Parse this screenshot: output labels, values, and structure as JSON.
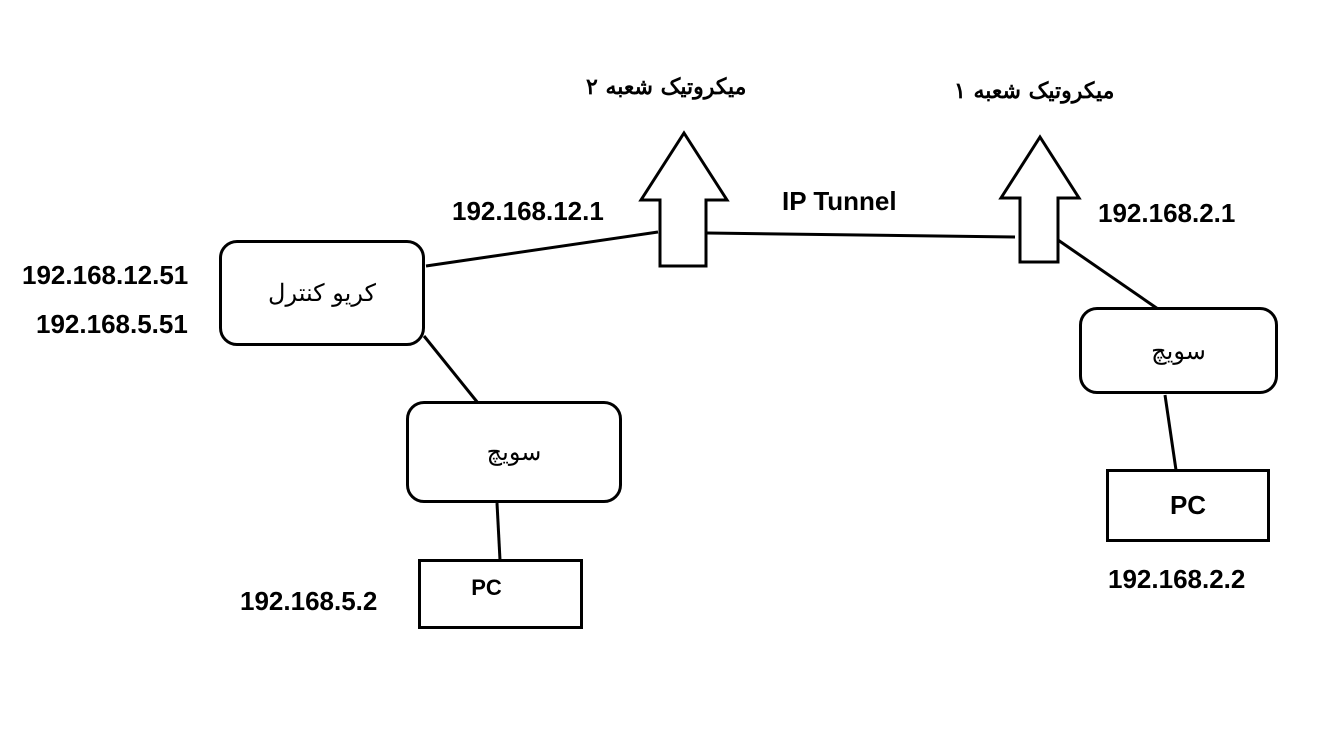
{
  "routers": {
    "branch2": {
      "label": "میکروتیک شعبه ۲",
      "ip": "192.168.12.1"
    },
    "branch1": {
      "label": "میکروتیک شعبه ۱",
      "ip": "192.168.2.1"
    }
  },
  "tunnel": {
    "label": "IP Tunnel"
  },
  "controller": {
    "label": "کریو کنترل",
    "ip_wan": "192.168.12.51",
    "ip_lan": "192.168.5.51"
  },
  "left_switch": {
    "label": "سویچ"
  },
  "right_switch": {
    "label": "سویچ"
  },
  "left_pc": {
    "label": "PC",
    "ip": "192.168.5.2"
  },
  "right_pc": {
    "label": "PC",
    "ip": "192.168.2.2"
  }
}
